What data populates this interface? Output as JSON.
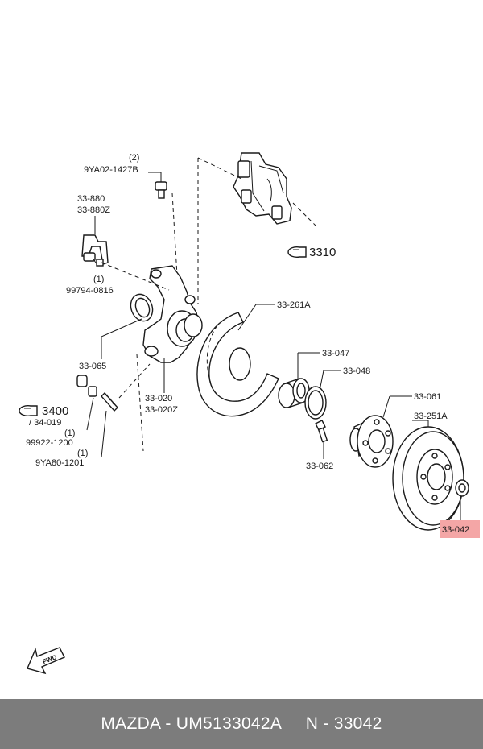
{
  "labels": {
    "l_2": "(2)",
    "l_9ya02": "9YA02-1427B",
    "l_33880": "33-880",
    "l_33880z": "33-880Z",
    "l_1a": "(1)",
    "l_99794": "99794-0816",
    "l_33065": "33-065",
    "l_3400": "3400",
    "l_34019": "/ 34-019",
    "l_1b": "(1)",
    "l_99922": "99922-1200",
    "l_1c": "(1)",
    "l_9ya80": "9YA80-1201",
    "l_3310": "3310",
    "l_33261a": "33-261A",
    "l_33047": "33-047",
    "l_33048": "33-048",
    "l_33020": "33-020",
    "l_33020z": "33-020Z",
    "l_33061": "33-061",
    "l_33251a": "33-251A",
    "l_33062": "33-062",
    "l_33042": "33-042",
    "l_fwd": "FWD"
  },
  "highlight_color": "#f4a6a6",
  "footer": {
    "text": "MAZDA - UM5133042A     N - 33042"
  }
}
